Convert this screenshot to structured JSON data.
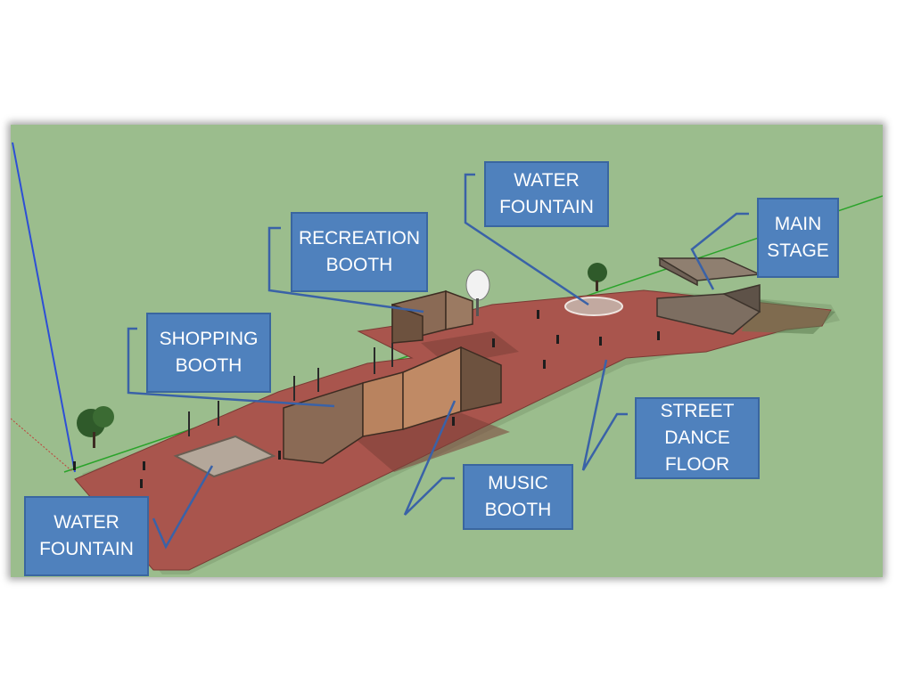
{
  "callouts": {
    "water_fountain_top": {
      "line1": "WATER",
      "line2": "FOUNTAIN"
    },
    "recreation_booth": {
      "line1": "RECREATION",
      "line2": "BOOTH"
    },
    "main_stage": {
      "line1": "MAIN",
      "line2": "STAGE"
    },
    "shopping_booth": {
      "line1": "SHOPPING",
      "line2": "BOOTH"
    },
    "street_dance_floor": {
      "line1": "STREET",
      "line2": "DANCE",
      "line3": "FLOOR"
    },
    "music_booth": {
      "line1": "MUSIC",
      "line2": "BOOTH"
    },
    "water_fountain_bottom": {
      "line1": "WATER",
      "line2": "FOUNTAIN"
    }
  },
  "colors": {
    "grass": "#9bbd8d",
    "plaza": "#a9554d",
    "callout_fill": "#4f81bd",
    "callout_border": "#3a66a0",
    "leader_line": "#3a62a7",
    "booth_wall": "#8a6a55",
    "stage": "#8f7f70"
  }
}
